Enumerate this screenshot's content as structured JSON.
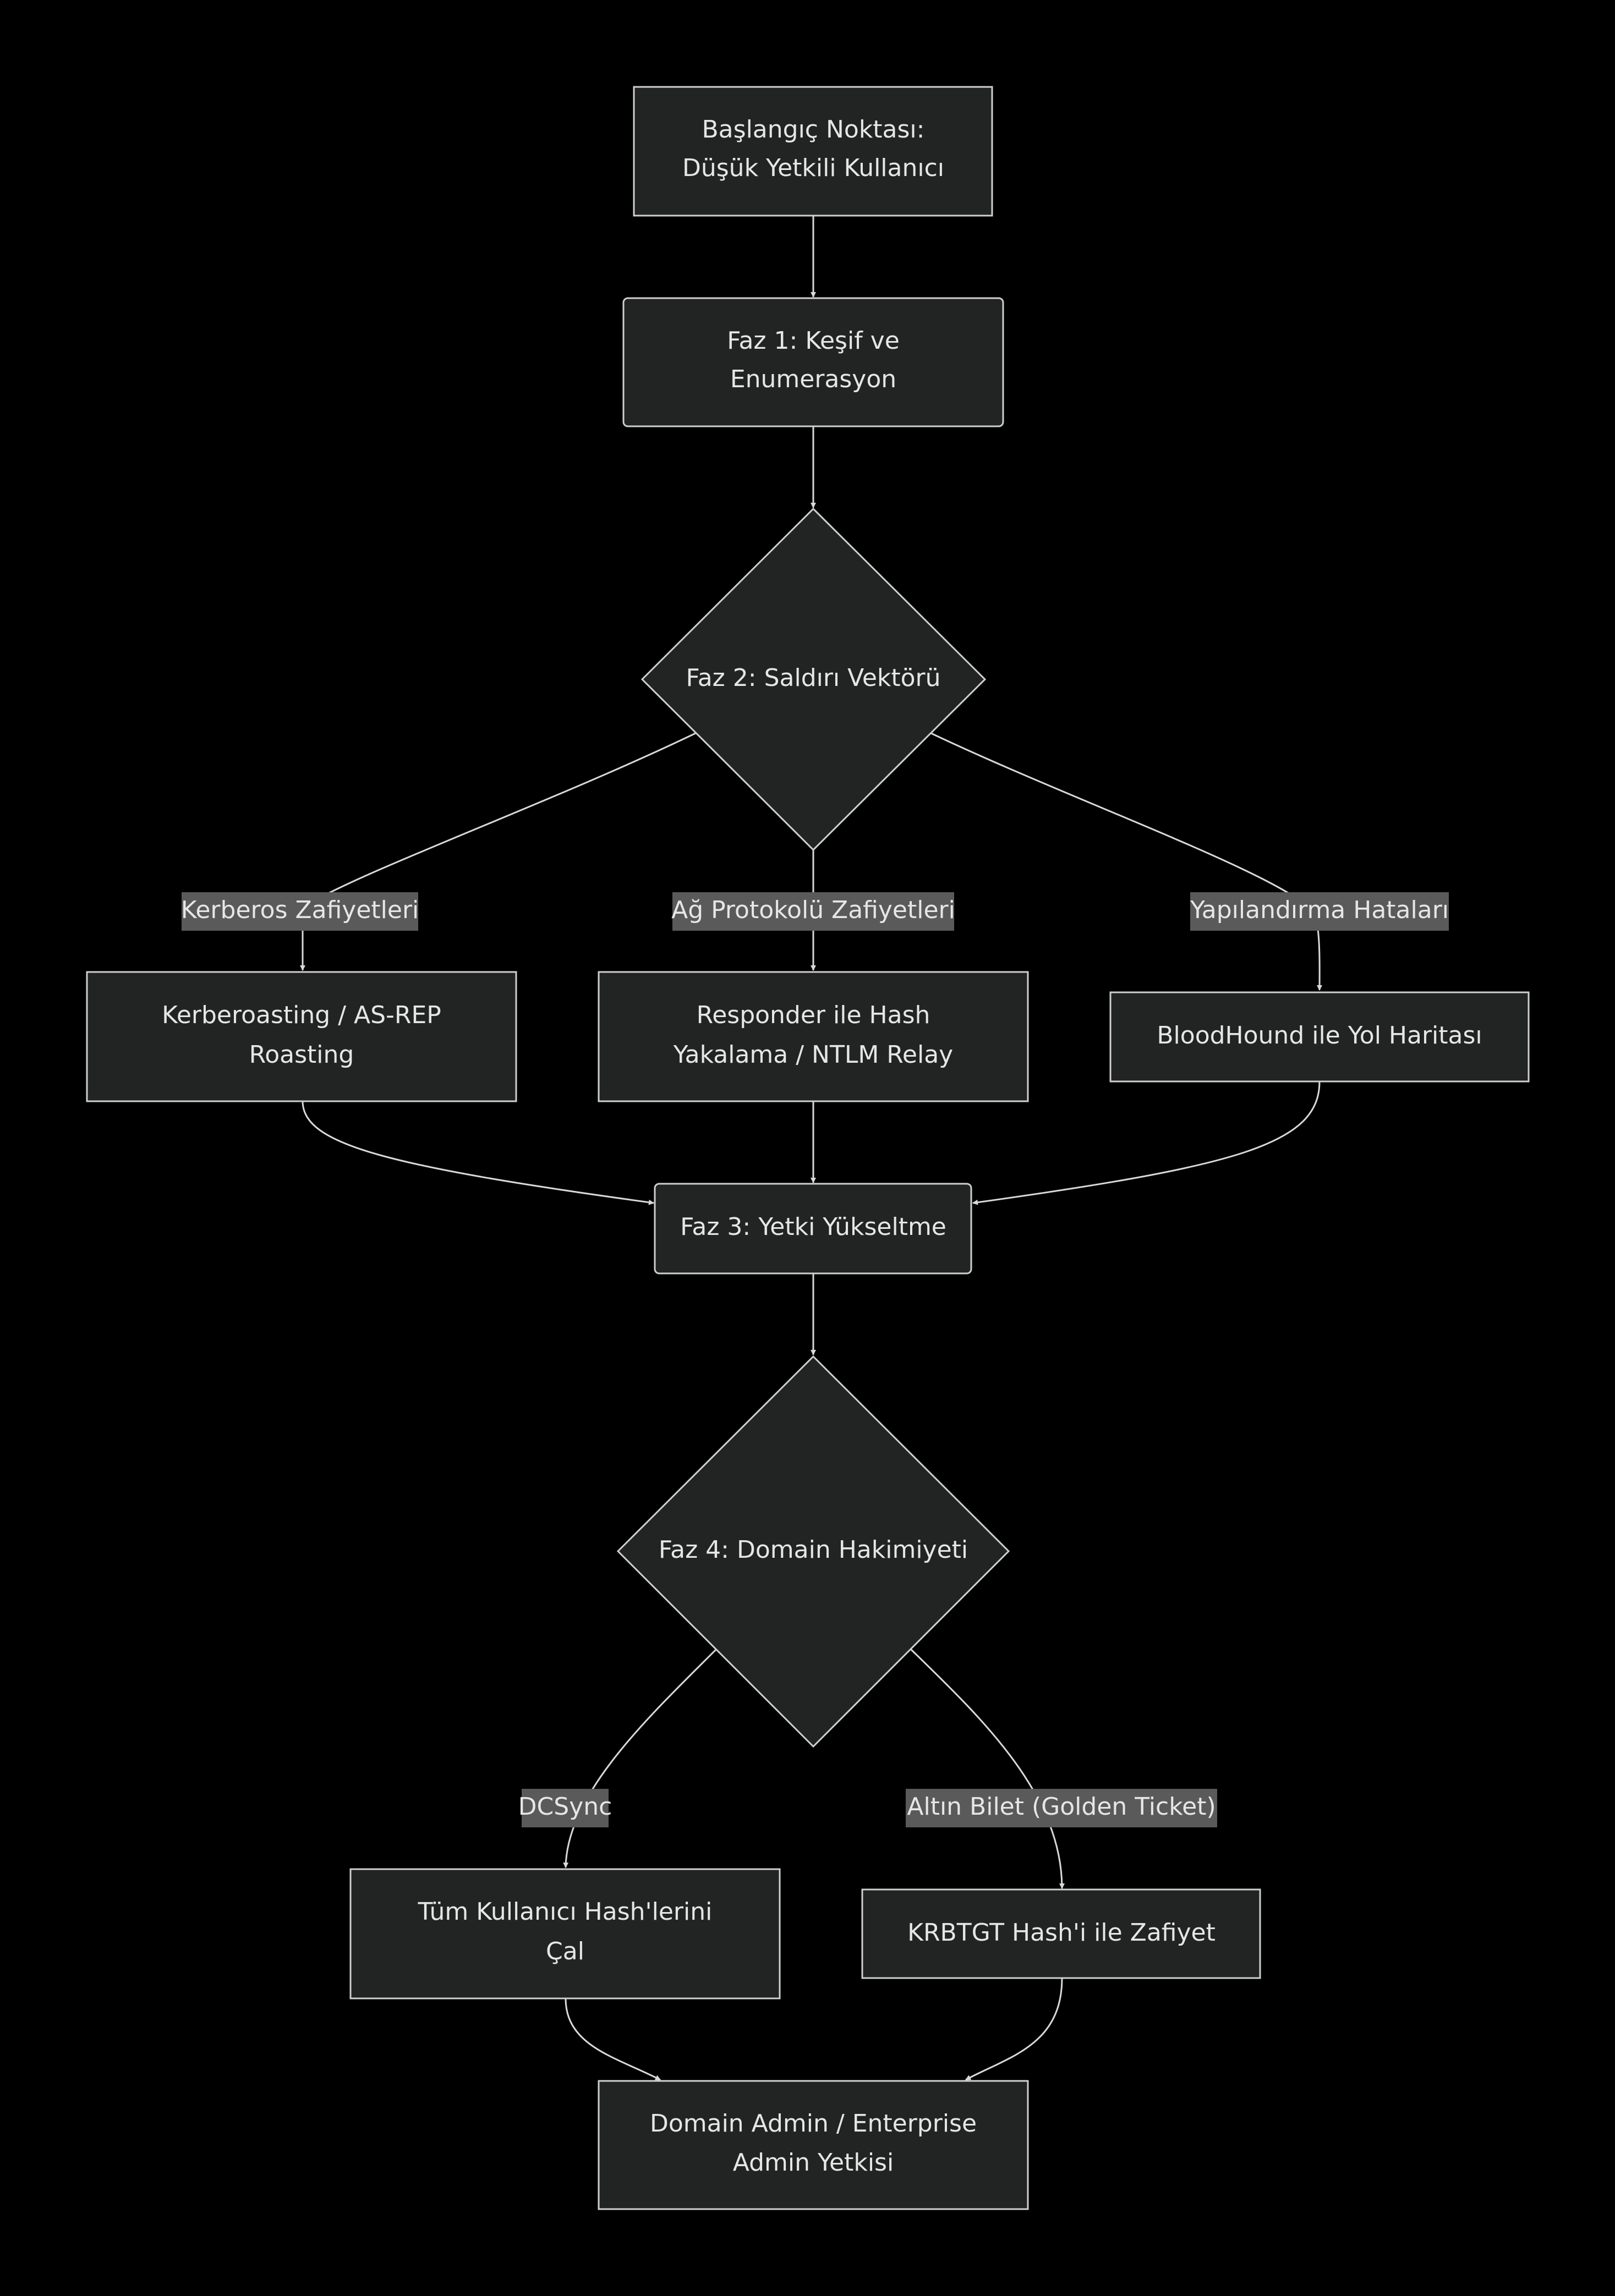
{
  "nodes": {
    "start": {
      "line1": "Başlangıç Noktası:",
      "line2": "Düşük Yetkili Kullanıcı"
    },
    "phase1": {
      "line1": "Faz 1: Keşif ve",
      "line2": "Enumerasyon"
    },
    "phase2": {
      "line1": "Faz 2: Saldırı Vektörü"
    },
    "kerberoast": {
      "line1": "Kerberoasting / AS-REP",
      "line2": "Roasting"
    },
    "responder": {
      "line1": "Responder ile Hash",
      "line2": "Yakalama / NTLM Relay"
    },
    "bloodhound": {
      "line1": "BloodHound ile Yol Haritası"
    },
    "phase3": {
      "line1": "Faz 3: Yetki Yükseltme"
    },
    "phase4": {
      "line1": "Faz 4: Domain Hakimiyeti"
    },
    "steal": {
      "line1": "Tüm Kullanıcı Hash'lerini",
      "line2": "Çal"
    },
    "krbtgt": {
      "line1": "KRBTGT Hash'i ile Zafiyet"
    },
    "admin": {
      "line1": "Domain Admin / Enterprise",
      "line2": "Admin Yetkisi"
    }
  },
  "edge_labels": {
    "kerberos": "Kerberos Zafiyetleri",
    "network": "Ağ Protokolü Zafiyetleri",
    "config": "Yapılandırma Hataları",
    "dcsync": "DCSync",
    "golden": "Altın Bilet (Golden Ticket)"
  }
}
